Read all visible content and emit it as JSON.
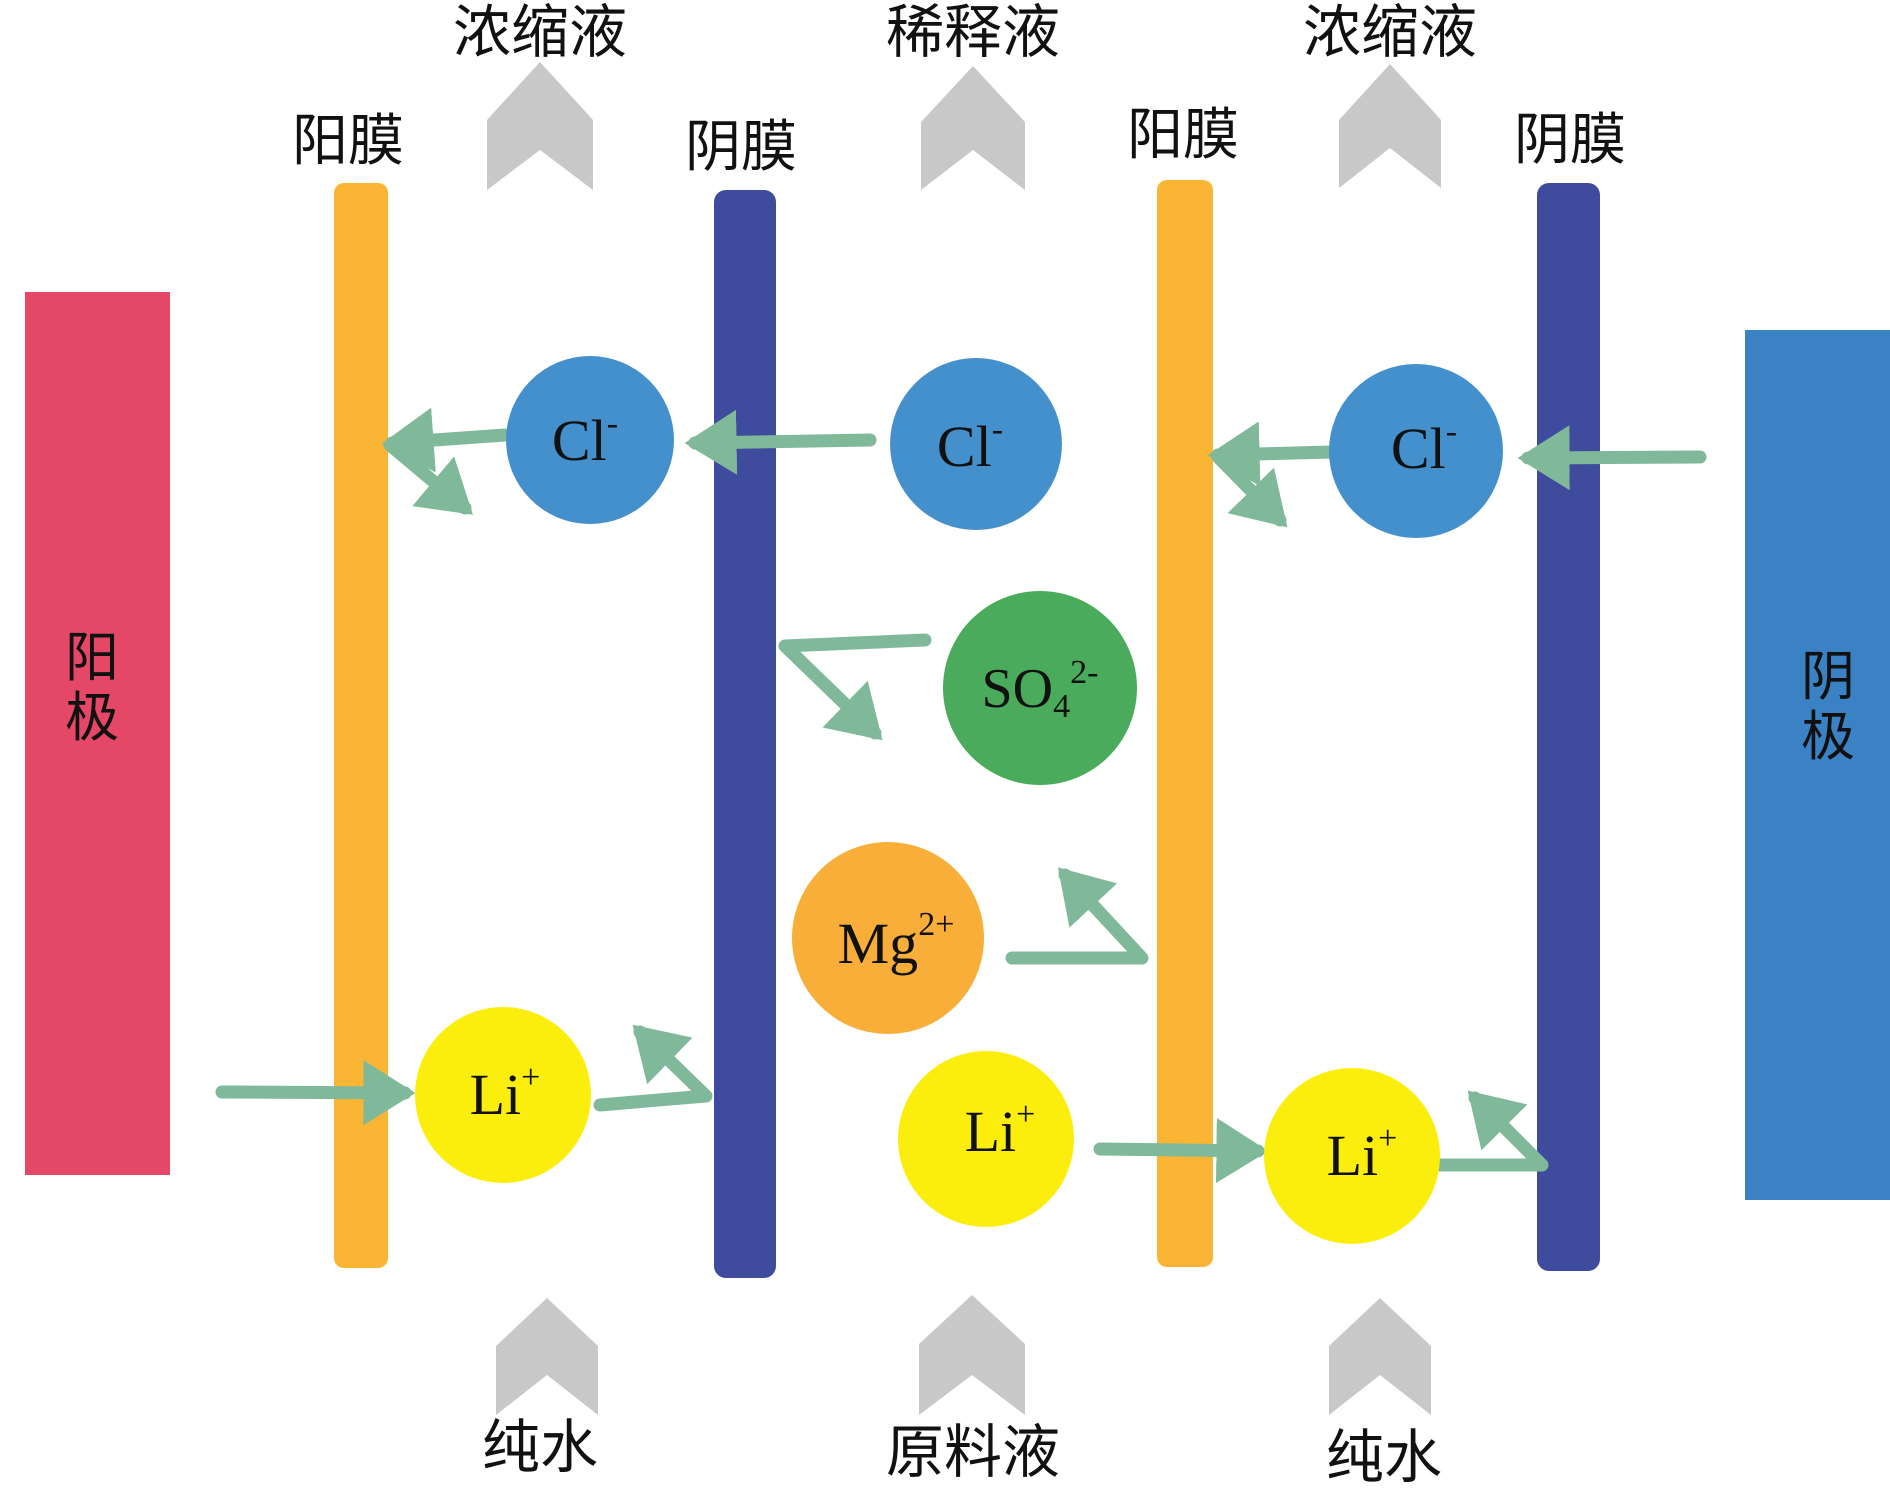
{
  "electrodes": {
    "anode": {
      "char1": "阳",
      "char2": "极",
      "color": "#e44866"
    },
    "cathode": {
      "char1": "阴",
      "char2": "极",
      "color": "#3b82c4"
    }
  },
  "membranes": [
    {
      "label": "阳膜",
      "type": "cation",
      "color": "#fbb534"
    },
    {
      "label": "阴膜",
      "type": "anion",
      "color": "#3f4b9c"
    },
    {
      "label": "阳膜",
      "type": "cation",
      "color": "#fbb534"
    },
    {
      "label": "阴膜",
      "type": "anion",
      "color": "#3f4b9c"
    }
  ],
  "outlets": [
    "浓缩液",
    "稀释液",
    "浓缩液"
  ],
  "inlets": [
    "纯水",
    "原料液",
    "纯水"
  ],
  "ions": {
    "cl_1": {
      "base": "Cl",
      "sub": "",
      "sup": "-",
      "color": "#4490cc"
    },
    "cl_2": {
      "base": "Cl",
      "sub": "",
      "sup": "-",
      "color": "#4490cc"
    },
    "cl_3": {
      "base": "Cl",
      "sub": "",
      "sup": "-",
      "color": "#4490cc"
    },
    "so4": {
      "base": "SO",
      "sub": "4",
      "sup": "2-",
      "color": "#4aab5c"
    },
    "mg": {
      "base": "Mg",
      "sub": "",
      "sup": "2+",
      "color": "#f8ae38"
    },
    "li_1": {
      "base": "Li",
      "sub": "",
      "sup": "+",
      "color": "#fbee0c"
    },
    "li_2": {
      "base": "Li",
      "sub": "",
      "sup": "+",
      "color": "#fbee0c"
    },
    "li_3": {
      "base": "Li",
      "sub": "",
      "sup": "+",
      "color": "#fbee0c"
    }
  },
  "colors": {
    "arrow": "#80b89a",
    "flow_arrow": "#c8c8c8"
  }
}
